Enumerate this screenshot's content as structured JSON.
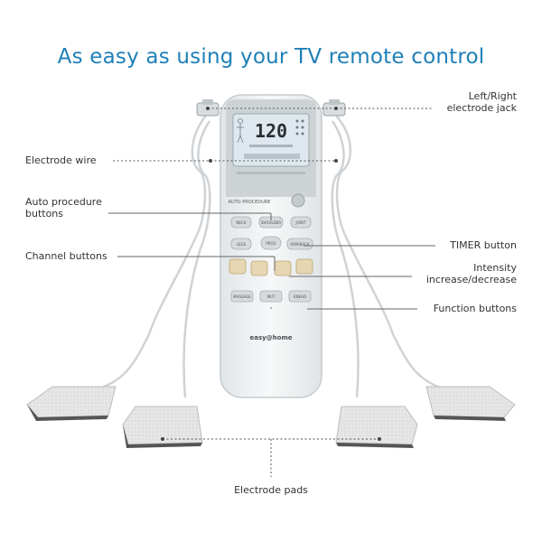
{
  "title": "As easy as using your TV remote control",
  "labels": {
    "jack": [
      "Left/Right",
      "electrode jack"
    ],
    "wire": "Electrode wire",
    "auto": [
      "Auto procedure",
      "buttons"
    ],
    "channel": "Channel buttons",
    "timer": "TIMER button",
    "intensity": [
      "Intensity",
      "increase/decrease"
    ],
    "function": "Function buttons",
    "pads": "Electrode pads"
  },
  "device": {
    "lcd_number": "120",
    "panel_label": "AUTO PROCEDURE",
    "brand": "easy@home",
    "buttons_auto": [
      "NECK",
      "SHOULDER",
      "JOINT"
    ],
    "buttons_row2": [
      "LEGS",
      "PROG",
      "ARM/BACK"
    ],
    "buttons_func": [
      "MASSAGE",
      "MUT",
      "KNEAD"
    ]
  },
  "colors": {
    "title": "#1e7fb7",
    "device_body": "#f1f3f4",
    "panel": "#cdd3d5",
    "lcd": "#dfe8ef",
    "channel_button": "#e6d6b1",
    "pad": "#e4e4e4"
  }
}
